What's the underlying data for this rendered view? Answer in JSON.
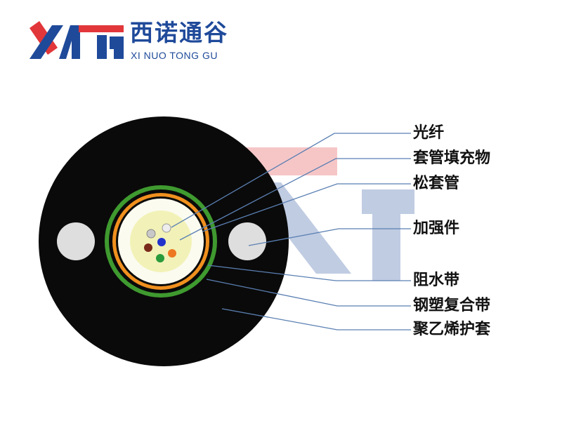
{
  "brand": {
    "name_cn": "西诺通谷",
    "name_en": "XI NUO TONG GU",
    "logo_icon": "xntg-logo-icon",
    "color_red": "#e2373a",
    "color_blue": "#1f4a9a"
  },
  "diagram": {
    "labels": [
      {
        "id": "fiber",
        "text": "光纤"
      },
      {
        "id": "tube-filler",
        "text": "套管填充物"
      },
      {
        "id": "loose-tube",
        "text": "松套管"
      },
      {
        "id": "strength-member",
        "text": "加强件"
      },
      {
        "id": "water-blocking-tape",
        "text": "阻水带"
      },
      {
        "id": "steel-plastic-tape",
        "text": "钢塑复合带"
      },
      {
        "id": "pe-sheath",
        "text": "聚乙烯护套"
      }
    ],
    "colors": {
      "sheath": "#0a0a0a",
      "steel_tape": "#3f9a2f",
      "water_tape": "#f0901e",
      "tube": "#fbfbf0",
      "filler": "#f2f2b8",
      "strength_member": "#dedede",
      "leader_line": "#5a7fb2",
      "fibers": [
        "#c8c8c8",
        "#eeeeee",
        "#2233cc",
        "#7a2a1a",
        "#ee7722",
        "#2a9a3a"
      ]
    }
  }
}
